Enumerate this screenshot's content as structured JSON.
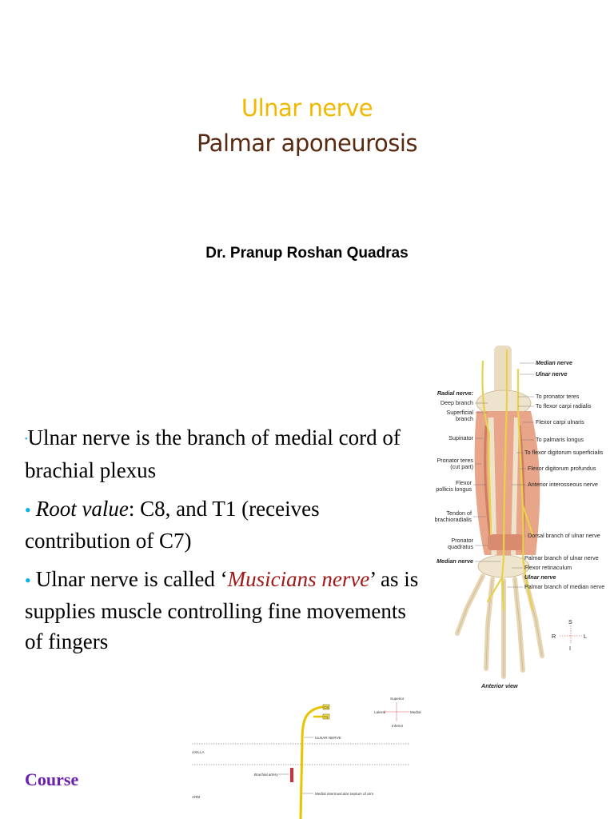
{
  "slide": {
    "title_line1": "Ulnar nerve",
    "title_line2": "Palmar aponeurosis",
    "author": "Dr. Pranup Roshan Quadras",
    "colors": {
      "title1": "#f2b800",
      "title2": "#5a2a10",
      "bullet": "#00b0f0",
      "emphasis": "#a01818",
      "course": "#6a1fb0"
    }
  },
  "points": {
    "p1": "Ulnar nerve is the branch of medial cord of brachial plexus",
    "p2_label": "Root value",
    "p2_rest": ": C8, and T1 (receives contribution of C7)",
    "p3_a": "Ulnar nerve is called ‘",
    "p3_em": "Musicians nerve",
    "p3_b": "’ as is supplies muscle controlling fine movements of fingers"
  },
  "course_label": "Course",
  "anatomy_figure": {
    "labels_right": {
      "median_nerve": "Median nerve",
      "ulnar_nerve": "Ulnar nerve",
      "to_pronator_teres": "To pronator teres",
      "to_fcr": "To flexor carpi radialis",
      "fcu": "Flexor carpi ulnaris",
      "to_palmaris": "To palmaris longus",
      "to_fds": "To flexor digitorum superficialis",
      "fdp": "Flexor digitorum profundus",
      "ant_interosseous": "Anterior interosseous nerve",
      "dorsal_branch": "Dorsal branch of ulnar nerve",
      "palmar_branch_ulnar": "Palmar branch of ulnar nerve",
      "flexor_retinaculum": "Flexor retinaculum",
      "ulnar_nerve_lower": "Ulnar nerve",
      "palmar_branch_median": "Palmar branch of median nerve"
    },
    "labels_left": {
      "radial_nerve": "Radial nerve:",
      "deep_branch": "Deep branch",
      "superficial_1": "Superficial",
      "superficial_2": "branch",
      "supinator": "Supinator",
      "pronator_teres_1": "Pronator teres",
      "pronator_teres_2": "(cut part)",
      "fpl_1": "Flexor",
      "fpl_2": "pollicis longus",
      "tendon_1": "Tendon of",
      "tendon_2": "brachioradialis",
      "pq_1": "Pronator",
      "pq_2": "quadratus",
      "median_nerve_lower": "Median nerve"
    },
    "orientation": {
      "s": "S",
      "r": "R",
      "l": "L",
      "i": "I"
    },
    "caption": "Anterior view"
  },
  "course_diagram": {
    "root_c8": "C8",
    "root_t1": "T1",
    "ulnar_nerve": "ULNAR NERVE",
    "axilla": "AXILLA",
    "arm": "ARM",
    "brachial_artery": "Brachial artery",
    "medial_ic": "Medial intermuscular septum of arm",
    "compass_superior": "Superior",
    "compass_lateral": "Lateral",
    "compass_medial": "Medial",
    "compass_inferior": "Inferior"
  }
}
